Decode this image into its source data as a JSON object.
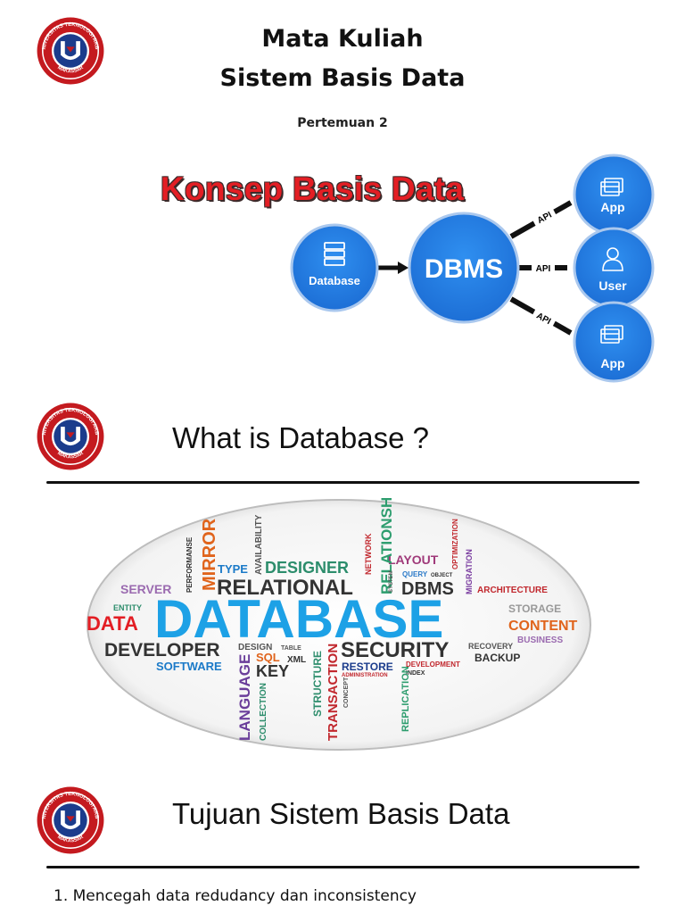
{
  "slide1": {
    "title_line1": "Mata Kuliah",
    "title_line2": "Sistem Basis Data",
    "meeting": "Pertemuan  2",
    "concept_title": "Konsep Basis Data",
    "diagram": {
      "database_label": "Database",
      "dbms_label": "DBMS",
      "api_label": "API",
      "app_label": "App",
      "user_label": "User"
    }
  },
  "slide2": {
    "heading": "What is Database ?",
    "wordcloud": {
      "main": "DATABASE",
      "words": [
        "RELATIONAL",
        "DESIGNER",
        "TYPE",
        "MIRROR",
        "AVAILABILITY",
        "PERFORMANSE",
        "SERVER",
        "DBMS",
        "LAYOUT",
        "RELATIONSH",
        "NETWORK",
        "OPTIMIZATION",
        "MIGRATION",
        "SYSTEM",
        "QUERY",
        "OBJECT",
        "ARCHITECTURE",
        "DATA",
        "ENTITY",
        "STORAGE",
        "CONTENT",
        "BUSINESS",
        "DEVELOPER",
        "DESIGN",
        "TABLE",
        "SECURITY",
        "RECOVERY",
        "BACKUP",
        "SOFTWARE",
        "SQL",
        "XML",
        "RESTORE",
        "DEVELOPMENT",
        "ADMINISTRATION",
        "INDEX",
        "KEY",
        "LANGUAGE",
        "COLLECTION",
        "STRUCTURE",
        "TRANSACTION",
        "CONCEPT",
        "REPLICATION"
      ]
    }
  },
  "slide3": {
    "heading": "Tujuan Sistem Basis Data",
    "items": [
      "1.  Mencegah data redudancy dan inconsistency"
    ]
  },
  "logo": {
    "ring_text_top": "UNIVERSITAS TEKNOLOGI AKBA",
    "ring_text_bottom": "MAKASSAR",
    "colors": {
      "ring": "#c41a1f",
      "inner": "#1b3c8c"
    }
  }
}
